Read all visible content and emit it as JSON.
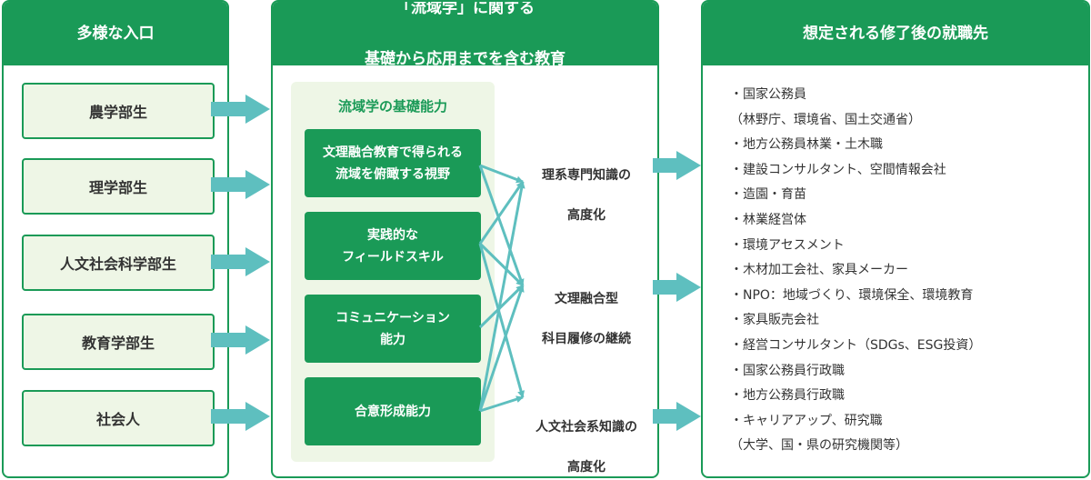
{
  "colors": {
    "green": "#1a9a57",
    "light_green": "#eef6e6",
    "arrow": "#5ebfbf"
  },
  "entrances": {
    "title": "多様な入口",
    "items": [
      "農学部生",
      "理学部生",
      "人文社会科学部生",
      "教育学部生",
      "社会人"
    ]
  },
  "education": {
    "title_line1": "「流域学」に関する",
    "title_line2": "基礎から応用までを含む教育",
    "abilities_title": "流域学の基礎能力",
    "abilities": [
      {
        "line1": "文理融合教育で得られる",
        "line2": "流域を俯瞰する視野"
      },
      {
        "line1": "実践的な",
        "line2": "フィールドスキル"
      },
      {
        "line1": "コミュニケーション",
        "line2": "能力"
      },
      {
        "line1": "合意形成能力",
        "line2": ""
      }
    ],
    "outcomes": [
      {
        "line1": "理系専門知識の",
        "line2": "高度化"
      },
      {
        "line1": "文理融合型",
        "line2": "科目履修の継続"
      },
      {
        "line1": "人文社会系知識の",
        "line2": "高度化"
      }
    ]
  },
  "careers": {
    "title": "想定される修了後の就職先",
    "items": [
      "・国家公務員",
      "（林野庁、環境省、国土交通省）",
      "・地方公務員林業・土木職",
      "・建設コンサルタント、空間情報会社",
      "・造園・育苗",
      "・林業経営体",
      "・環境アセスメント",
      "・木材加工会社、家具メーカー",
      "・NPO：地域づくり、環境保全、環境教育",
      "・家具販売会社",
      "・経営コンサルタント（SDGs、ESG投資）",
      "・国家公務員行政職",
      "・地方公務員行政職",
      "・キャリアアップ、研究職",
      "（大学、国・県の研究機関等）"
    ]
  },
  "flows": [
    [
      0,
      0
    ],
    [
      0,
      1
    ],
    [
      1,
      0
    ],
    [
      1,
      1
    ],
    [
      1,
      2
    ],
    [
      2,
      1
    ],
    [
      3,
      1
    ],
    [
      3,
      2
    ],
    [
      3,
      0
    ]
  ]
}
